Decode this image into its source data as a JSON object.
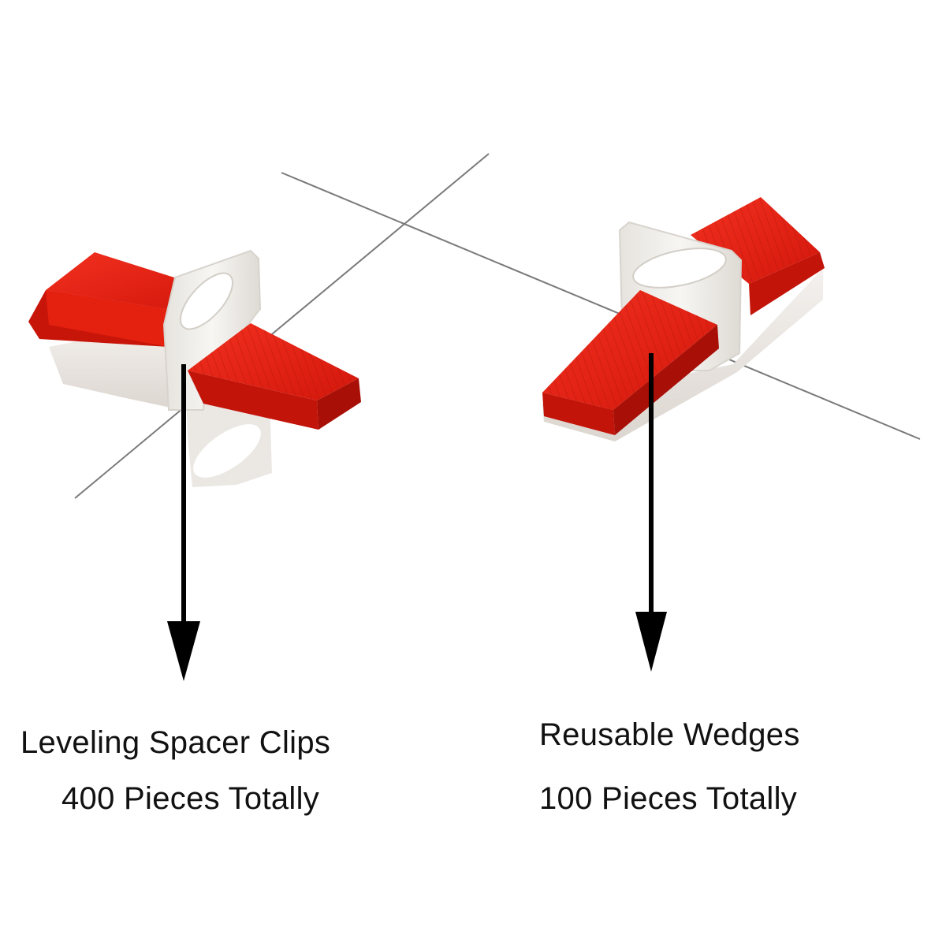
{
  "left_product": {
    "name_label": "Leveling Spacer Clips",
    "quantity_label": "400 Pieces Totally"
  },
  "right_product": {
    "name_label": "Reusable Wedges",
    "quantity_label": "100 Pieces Totally"
  },
  "colors": {
    "wedge_red": "#e01b10",
    "wedge_red_dark": "#b51208",
    "clip_white": "#f1efec",
    "background": "#ffffff",
    "text": "#111111"
  }
}
